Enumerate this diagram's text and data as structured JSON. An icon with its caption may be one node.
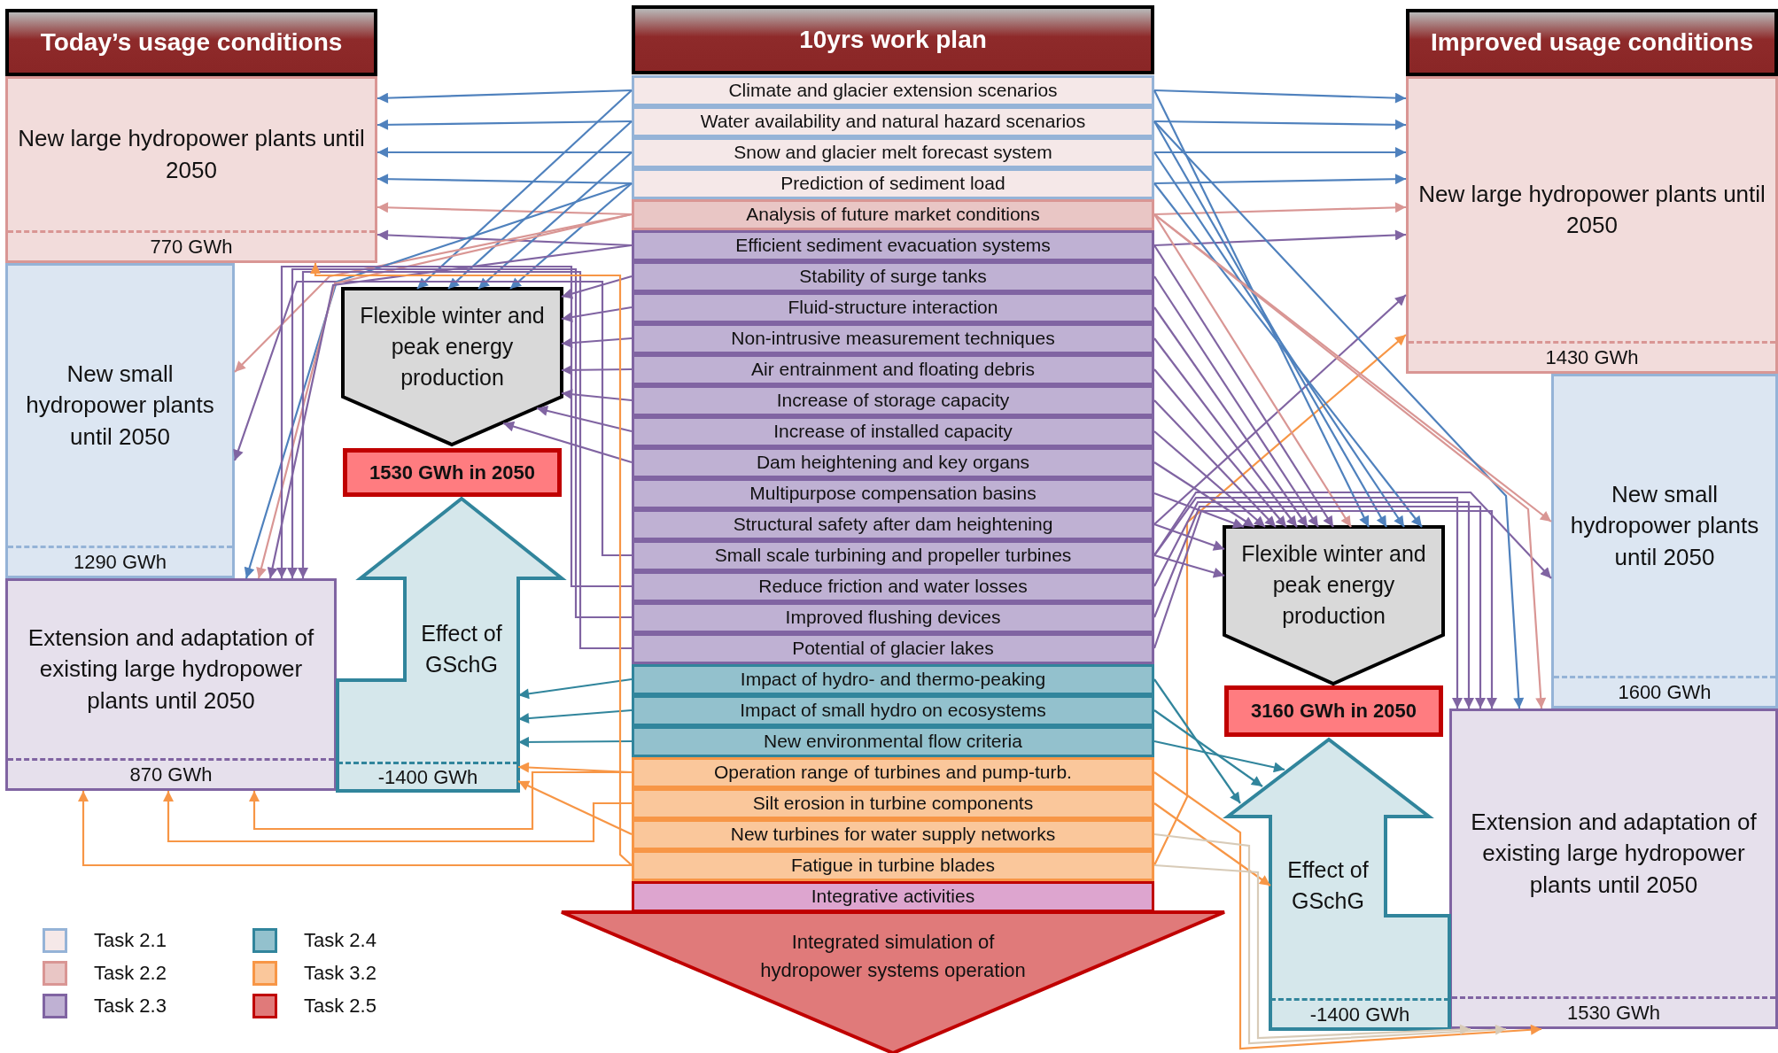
{
  "diagram": {
    "nodes": [
      {
        "text": [
          "Today’s usage conditions"
        ]
      },
      {
        "text": [
          "New large hydropower plants until 2050",
          "770 GWh"
        ]
      },
      {
        "text": [
          "New small hydropower plants until 2050",
          "1290 GWh"
        ]
      },
      {
        "text": [
          "Extension and adaptation of existing large hydropower plants until 2050",
          "870 GWh"
        ]
      },
      {
        "text": [
          "Flexible winter and peak energy production"
        ]
      },
      {
        "text": [
          "1530 GWh in 2050"
        ]
      },
      {
        "text": [
          "Effect of GSchG",
          "-1400 GWh"
        ]
      },
      {
        "text": [
          "10yrs work plan"
        ]
      },
      {
        "text": [
          "Climate and glacier extension scenarios"
        ]
      },
      {
        "text": [
          "Water availability and natural hazard scenarios"
        ]
      },
      {
        "text": [
          "Snow and glacier melt forecast system"
        ]
      },
      {
        "text": [
          "Prediction of sediment load"
        ]
      },
      {
        "text": [
          "Analysis of future market conditions"
        ]
      },
      {
        "text": [
          "Efficient sediment evacuation systems"
        ]
      },
      {
        "text": [
          "Stability of surge tanks"
        ]
      },
      {
        "text": [
          "Fluid-structure interaction"
        ]
      },
      {
        "text": [
          "Non-intrusive measurement techniques"
        ]
      },
      {
        "text": [
          "Air entrainment and floating debris"
        ]
      },
      {
        "text": [
          "Increase of storage capacity"
        ]
      },
      {
        "text": [
          "Increase of installed capacity"
        ]
      },
      {
        "text": [
          "Dam heightening and key organs"
        ]
      },
      {
        "text": [
          "Multipurpose compensation basins"
        ]
      },
      {
        "text": [
          "Structural safety after dam heightening"
        ]
      },
      {
        "text": [
          "Small scale turbining and propeller turbines"
        ]
      },
      {
        "text": [
          "Reduce friction and water losses"
        ]
      },
      {
        "text": [
          "Improved flushing devices"
        ]
      },
      {
        "text": [
          "Potential of glacier lakes"
        ]
      },
      {
        "text": [
          "Impact of hydro- and thermo-peaking"
        ]
      },
      {
        "text": [
          "Impact of small hydro on ecosystems"
        ]
      },
      {
        "text": [
          "New environmental flow criteria"
        ]
      },
      {
        "text": [
          "Operation range of turbines and pump-turb."
        ]
      },
      {
        "text": [
          "Silt erosion in turbine components"
        ]
      },
      {
        "text": [
          "New turbines for water supply networks"
        ]
      },
      {
        "text": [
          "Fatigue in turbine blades"
        ]
      },
      {
        "text": [
          "Integrative activities"
        ]
      },
      {
        "text": [
          "Integrated simulation of hydropower systems operation"
        ]
      },
      {
        "text": [
          "Improved usage conditions"
        ]
      },
      {
        "text": [
          "New large hydropower plants until 2050",
          "1430 GWh"
        ]
      },
      {
        "text": [
          "New small hydropower plants until 2050",
          "1600 GWh"
        ]
      },
      {
        "text": [
          "Flexible winter and peak energy production"
        ]
      },
      {
        "text": [
          "3160 GWh in 2050"
        ]
      },
      {
        "text": [
          "Effect of GSchG",
          "-1400 GWh"
        ]
      },
      {
        "text": [
          "Extension and adaptation of existing large hydropower plants until 2050",
          "1530 GWh"
        ]
      }
    ],
    "edges": [
      {
        "from": 8,
        "to": 1,
        "arrow": "to",
        "color": "#4f81bd"
      },
      {
        "from": 9,
        "to": 1,
        "arrow": "to",
        "color": "#4f81bd"
      },
      {
        "from": 10,
        "to": 1,
        "arrow": "to",
        "color": "#4f81bd"
      },
      {
        "from": 11,
        "to": 1,
        "arrow": "to",
        "color": "#4f81bd"
      },
      {
        "from": 12,
        "to": 1,
        "arrow": "to",
        "color": "#d99694"
      },
      {
        "from": 13,
        "to": 1,
        "arrow": "to"
      },
      {
        "from": 8,
        "to": 4,
        "arrow": "to",
        "color": "#4f81bd"
      },
      {
        "from": 9,
        "to": 4,
        "arrow": "to",
        "color": "#4f81bd"
      },
      {
        "from": 10,
        "to": 4,
        "arrow": "to",
        "color": "#4f81bd"
      },
      {
        "from": 11,
        "to": 4,
        "arrow": "to",
        "color": "#4f81bd"
      },
      {
        "from": 12,
        "to": 2,
        "arrow": "to",
        "color": "#d99694"
      },
      {
        "from": 14,
        "to": 4,
        "arrow": "to"
      },
      {
        "from": 15,
        "to": 4,
        "arrow": "to"
      },
      {
        "from": 16,
        "to": 4,
        "arrow": "to"
      },
      {
        "from": 17,
        "to": 4,
        "arrow": "to"
      },
      {
        "from": 18,
        "to": 4,
        "arrow": "to"
      },
      {
        "from": 19,
        "to": 4,
        "arrow": "to"
      },
      {
        "from": 20,
        "to": 4,
        "arrow": "to"
      },
      {
        "from": 23,
        "to": 2,
        "arrow": "to"
      },
      {
        "from": 11,
        "to": 3,
        "arrow": "to",
        "color": "#4f81bd"
      },
      {
        "from": 12,
        "to": 3,
        "arrow": "to",
        "color": "#d99694"
      },
      {
        "from": 13,
        "to": 3,
        "arrow": "to"
      },
      {
        "from": 24,
        "to": 3,
        "arrow": "to"
      },
      {
        "from": 25,
        "to": 3,
        "arrow": "to"
      },
      {
        "from": 26,
        "to": 3,
        "arrow": "to"
      },
      {
        "from": 27,
        "to": 6,
        "arrow": "to",
        "color": "#31859c"
      },
      {
        "from": 28,
        "to": 6,
        "arrow": "to",
        "color": "#31859c"
      },
      {
        "from": 29,
        "to": 6,
        "arrow": "to",
        "color": "#31859c"
      },
      {
        "from": 30,
        "to": 6,
        "arrow": "to",
        "color": "#f79646"
      },
      {
        "from": 31,
        "to": 3,
        "arrow": "to",
        "color": "#f79646"
      },
      {
        "from": 30,
        "to": 3,
        "arrow": "to",
        "color": "#f79646"
      },
      {
        "from": 33,
        "to": 3,
        "arrow": "to",
        "color": "#f79646"
      },
      {
        "from": 32,
        "to": 6,
        "arrow": "to",
        "color": "#f79646"
      },
      {
        "from": 33,
        "to": 1,
        "arrow": "to",
        "color": "#f79646"
      },
      {
        "from": 8,
        "to": 37,
        "arrow": "to",
        "color": "#4f81bd"
      },
      {
        "from": 9,
        "to": 37,
        "arrow": "to",
        "color": "#4f81bd"
      },
      {
        "from": 10,
        "to": 37,
        "arrow": "to",
        "color": "#4f81bd"
      },
      {
        "from": 11,
        "to": 37,
        "arrow": "to",
        "color": "#4f81bd"
      },
      {
        "from": 12,
        "to": 37,
        "arrow": "to",
        "color": "#d99694"
      },
      {
        "from": 13,
        "to": 37,
        "arrow": "to"
      },
      {
        "from": 22,
        "to": 37,
        "arrow": "to"
      },
      {
        "from": 33,
        "to": 37,
        "arrow": "to",
        "color": "#f79646"
      },
      {
        "from": 12,
        "to": 38,
        "arrow": "to",
        "color": "#d99694"
      },
      {
        "from": 23,
        "to": 38,
        "arrow": "to"
      },
      {
        "from": 8,
        "to": 39,
        "arrow": "to",
        "color": "#4f81bd"
      },
      {
        "from": 9,
        "to": 39,
        "arrow": "to",
        "color": "#4f81bd"
      },
      {
        "from": 10,
        "to": 39,
        "arrow": "to",
        "color": "#4f81bd"
      },
      {
        "from": 11,
        "to": 39,
        "arrow": "to",
        "color": "#4f81bd"
      },
      {
        "from": 12,
        "to": 39,
        "arrow": "to",
        "color": "#d99694"
      },
      {
        "from": 13,
        "to": 39,
        "arrow": "to"
      },
      {
        "from": 14,
        "to": 39,
        "arrow": "to"
      },
      {
        "from": 15,
        "to": 39,
        "arrow": "to"
      },
      {
        "from": 16,
        "to": 39,
        "arrow": "to"
      },
      {
        "from": 17,
        "to": 39,
        "arrow": "to"
      },
      {
        "from": 18,
        "to": 39,
        "arrow": "to"
      },
      {
        "from": 19,
        "to": 39,
        "arrow": "to"
      },
      {
        "from": 20,
        "to": 39,
        "arrow": "to"
      },
      {
        "from": 21,
        "to": 39,
        "arrow": "to"
      },
      {
        "from": 22,
        "to": 39,
        "arrow": "to"
      },
      {
        "from": 23,
        "to": 39,
        "arrow": "to"
      },
      {
        "from": 9,
        "to": 42,
        "arrow": "to",
        "color": "#4f81bd"
      },
      {
        "from": 12,
        "to": 42,
        "arrow": "to",
        "color": "#d99694"
      },
      {
        "from": 23,
        "to": 42,
        "arrow": "to"
      },
      {
        "from": 24,
        "to": 42,
        "arrow": "to"
      },
      {
        "from": 25,
        "to": 42,
        "arrow": "to"
      },
      {
        "from": 26,
        "to": 42,
        "arrow": "to"
      },
      {
        "from": 27,
        "to": 41,
        "arrow": "to",
        "color": "#31859c"
      },
      {
        "from": 28,
        "to": 41,
        "arrow": "to",
        "color": "#31859c"
      },
      {
        "from": 29,
        "to": 41,
        "arrow": "to",
        "color": "#31859c"
      },
      {
        "from": 30,
        "to": 42,
        "arrow": "to",
        "color": "#f79646"
      },
      {
        "from": 31,
        "to": 41,
        "arrow": "to",
        "color": "#f79646"
      },
      {
        "from": 32,
        "to": 42,
        "arrow": "to",
        "color": "#d8cbb8"
      },
      {
        "from": 33,
        "to": 42,
        "arrow": "to",
        "color": "#d8cbb8"
      }
    ],
    "legend": [
      {
        "text": "Task 2.1",
        "color": "#f5e8e8"
      },
      {
        "text": "Task 2.2",
        "color": "#e9c6c5"
      },
      {
        "text": "Task 2.3",
        "color": "#bfb1d3"
      },
      {
        "text": "Task 2.4",
        "color": "#93c1cd"
      },
      {
        "text": "Task 3.2",
        "color": "#fac79b"
      },
      {
        "text": "Task 2.5",
        "color": "#e07a7a"
      }
    ]
  }
}
